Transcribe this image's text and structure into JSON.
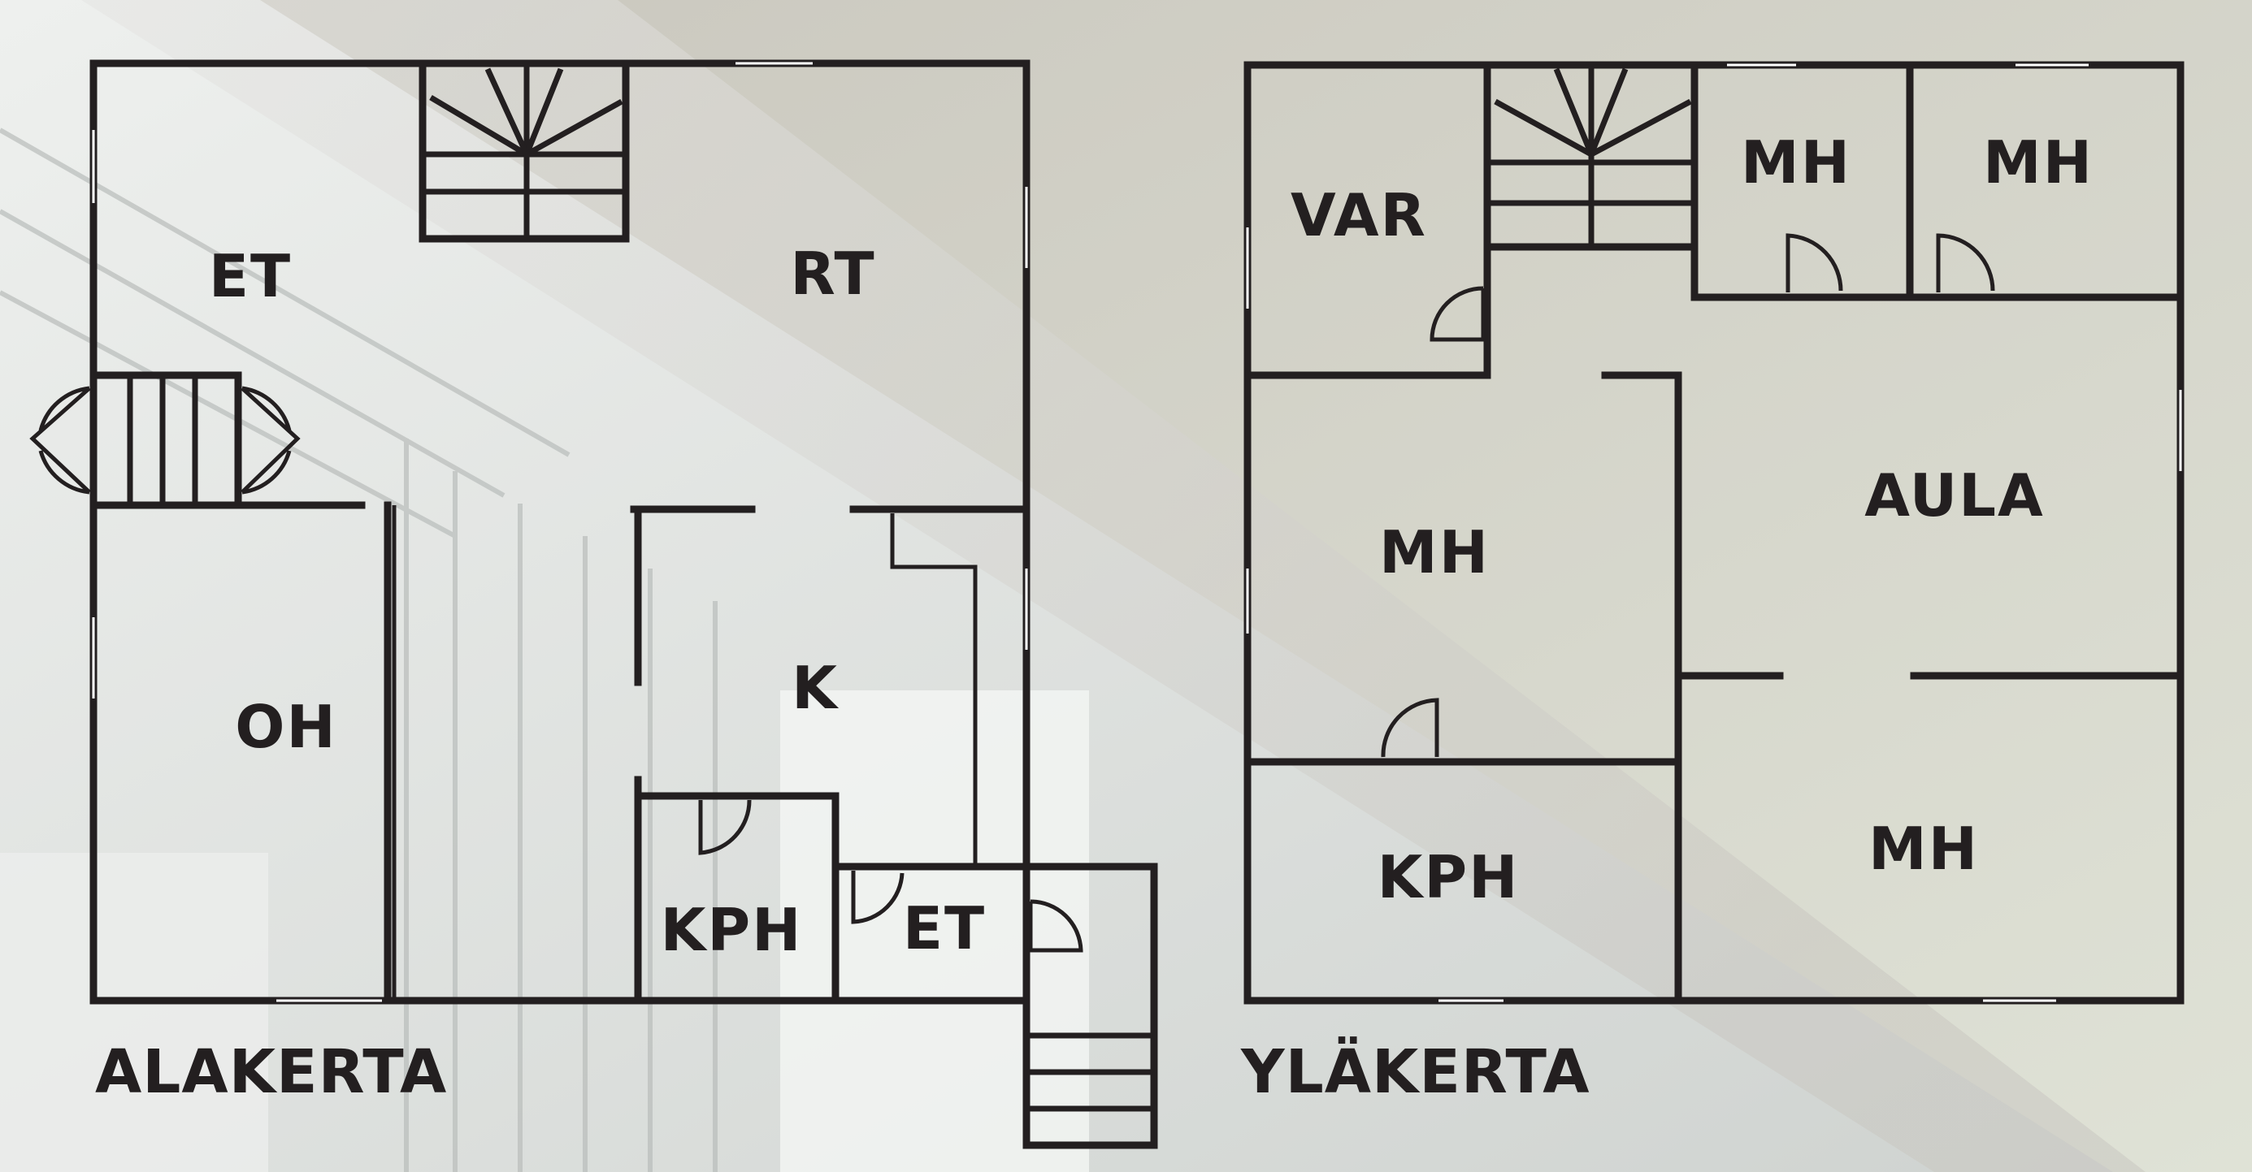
{
  "floors": [
    {
      "name": "ALAKERTA",
      "rooms": [
        "ET",
        "RT",
        "OH",
        "K",
        "KPH",
        "ET"
      ]
    },
    {
      "name": "YLÄKERTA",
      "rooms": [
        "VAR",
        "MH",
        "MH",
        "MH",
        "AULA",
        "KPH",
        "MH"
      ]
    }
  ]
}
